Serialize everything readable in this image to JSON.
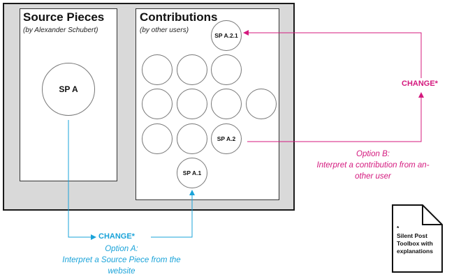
{
  "colors": {
    "option_a": "#1aa3d9",
    "option_b": "#d4197e",
    "frame_bg": "#d9d9d9"
  },
  "source_panel": {
    "title": "Source Pieces",
    "subtitle": "(by Alexander Schubert)",
    "piece_label": "SP A"
  },
  "contributions_panel": {
    "title": "Contributions",
    "subtitle": "(by other users)",
    "labels": {
      "top": "SP A.2.1",
      "middle": "SP A.2",
      "bottom": "SP A.1"
    }
  },
  "option_a": {
    "change_label": "CHANGE*",
    "title": "Option A:",
    "description_line1": "Interpret a Source Piece from the",
    "description_line2": "website"
  },
  "option_b": {
    "change_label": "CHANGE*",
    "title": "Option B:",
    "description_line1": "Interpret a contribution from an-",
    "description_line2": "other user"
  },
  "document": {
    "icon": "document-icon",
    "bullet": "*",
    "line1": "Silent Post",
    "line2": "Toolbox with",
    "line3": "explanations"
  }
}
